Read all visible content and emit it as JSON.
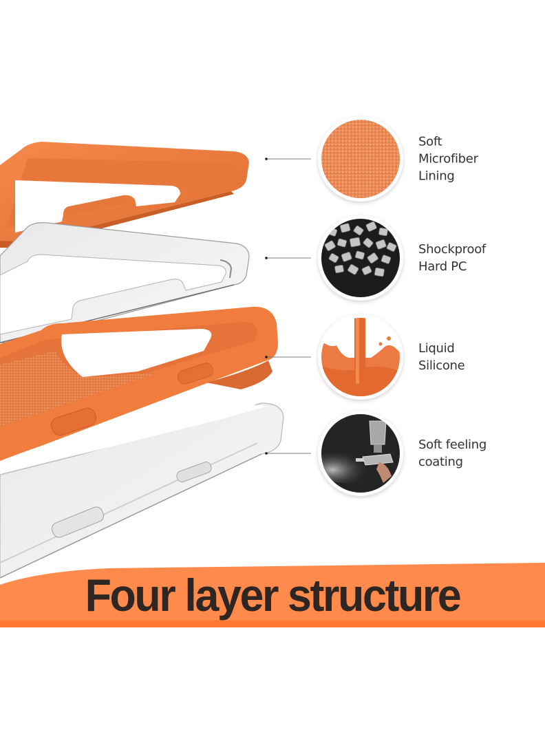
{
  "banner": {
    "title": "Four layer structure",
    "color": "#ff7d3b"
  },
  "features": [
    {
      "id": "microfiber",
      "icon": "microfiber-texture-icon",
      "lines": [
        "Soft",
        "Microfiber",
        "Lining"
      ]
    },
    {
      "id": "hard-pc",
      "icon": "pc-pellets-icon",
      "lines": [
        "Shockproof",
        "Hard PC"
      ]
    },
    {
      "id": "liquid-silicone",
      "icon": "silicone-splash-icon",
      "lines": [
        "Liquid",
        "Silicone"
      ]
    },
    {
      "id": "coating",
      "icon": "spray-gun-icon",
      "lines": [
        "Soft feeling",
        "coating"
      ]
    }
  ],
  "colors": {
    "case_orange": "#f07c3e",
    "case_orange_dark": "#d9662a",
    "microfiber_orange": "#e8844a",
    "text": "#333333",
    "title_text": "#2e2622"
  }
}
